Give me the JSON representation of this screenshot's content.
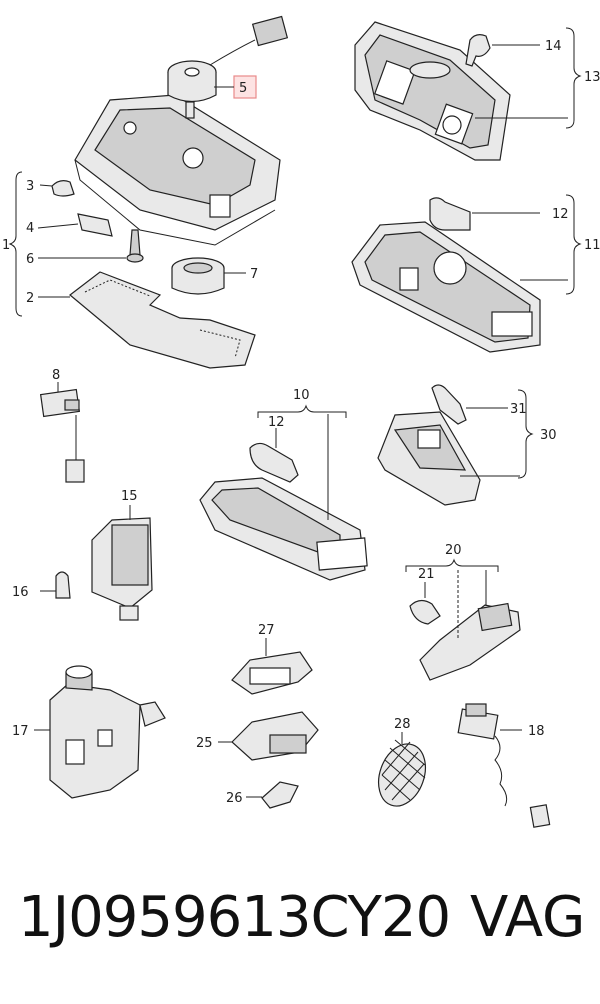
{
  "callouts": {
    "c1": "1",
    "c2": "2",
    "c3": "3",
    "c4": "4",
    "c5": "5",
    "c6": "6",
    "c7": "7",
    "c8": "8",
    "c10": "10",
    "c11": "11",
    "c12a": "12",
    "c12b": "12",
    "c13": "13",
    "c14": "14",
    "c15": "15",
    "c16": "16",
    "c17": "17",
    "c18": "18",
    "c20": "20",
    "c21": "21",
    "c25": "25",
    "c26": "26",
    "c27": "27",
    "c28": "28",
    "c30": "30",
    "c31": "31"
  },
  "highlight_color": "#e88a8a",
  "footer": {
    "part_number": "1J0959613CY20",
    "brand": "VAG"
  }
}
